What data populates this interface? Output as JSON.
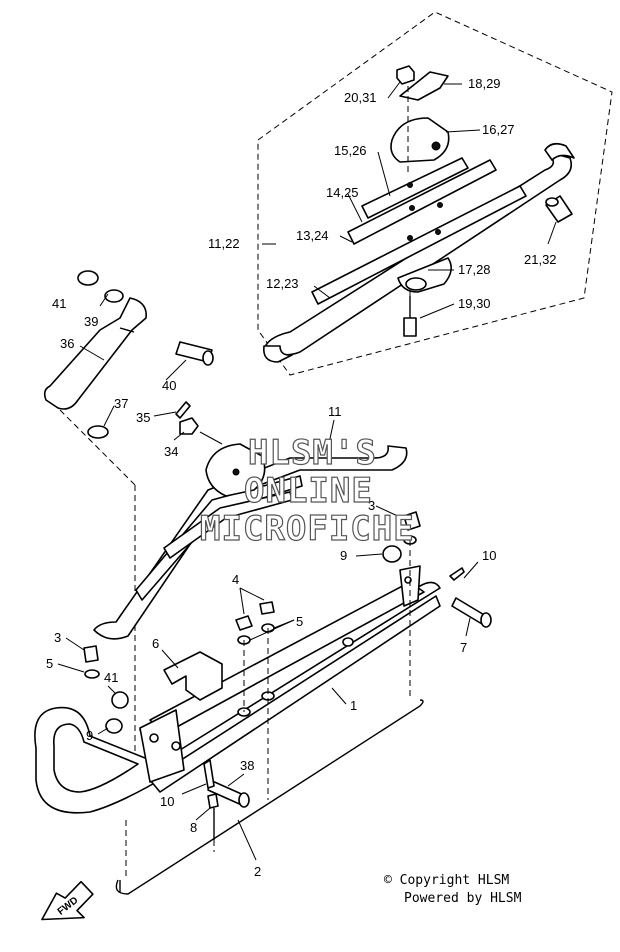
{
  "callouts": {
    "c1": "1",
    "c2": "2",
    "c3a": "3",
    "c3b": "3",
    "c4": "4",
    "c5a": "5",
    "c5b": "5",
    "c6": "6",
    "c7": "7",
    "c8": "8",
    "c9a": "9",
    "c9b": "9",
    "c10a": "10",
    "c10b": "10",
    "c11": "11",
    "c11_22": "11,22",
    "c12_23": "12,23",
    "c13_24": "13,24",
    "c14_25": "14,25",
    "c15_26": "15,26",
    "c16_27": "16,27",
    "c17_28": "17,28",
    "c18_29": "18,29",
    "c19_30": "19,30",
    "c20_31": "20,31",
    "c21_32": "21,32",
    "c34": "34",
    "c35": "35",
    "c36": "36",
    "c37": "37",
    "c38": "38",
    "c39": "39",
    "c40": "40",
    "c41a": "41",
    "c41b": "41"
  },
  "watermark": {
    "line1": "HLSM'S",
    "line2": "ONLINE",
    "line3": "MICROFICHE"
  },
  "copyright": {
    "line1": "© Copyright HLSM",
    "line2": "Powered by HLSM"
  },
  "fwd_badge": "FWD"
}
